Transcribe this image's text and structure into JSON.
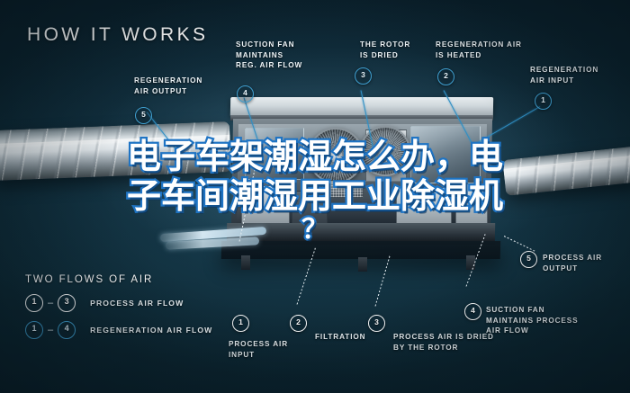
{
  "page": {
    "title": "HOW IT WORKS",
    "background_color": "#0d2733",
    "accent_color": "#3f9fd0",
    "overlay_stroke_color": "#1f74c4"
  },
  "callouts": [
    {
      "id": "regeneration-air-output",
      "number": "5",
      "marker_style": "blue",
      "label": "REGENERATION\nAIR OUTPUT"
    },
    {
      "id": "suction-fan-reg",
      "number": "4",
      "marker_style": "blue",
      "label": "SUCTION FAN\nMAINTAINS\nREG. AIR FLOW"
    },
    {
      "id": "rotor-is-dried",
      "number": "3",
      "marker_style": "blue",
      "label": "THE ROTOR\nIS DRIED"
    },
    {
      "id": "regeneration-air-heated",
      "number": "2",
      "marker_style": "blue",
      "label": "REGENERATION AIR\nIS HEATED"
    },
    {
      "id": "regeneration-air-input",
      "number": "1",
      "marker_style": "blue",
      "label": "REGENERATION\nAIR INPUT"
    },
    {
      "id": "process-air-output",
      "number": "5",
      "marker_style": "white",
      "label": "PROCESS AIR\nOUTPUT"
    },
    {
      "id": "suction-fan-process",
      "number": "4",
      "marker_style": "white",
      "label": "SUCTION FAN\nMAINTAINS PROCESS\nAIR FLOW"
    },
    {
      "id": "process-air-dried",
      "number": "3",
      "marker_style": "white",
      "label": "PROCESS AIR IS DRIED\nBY THE ROTOR"
    },
    {
      "id": "filtration",
      "number": "2",
      "marker_style": "white",
      "label": "FILTRATION"
    },
    {
      "id": "process-air-input",
      "number": "1",
      "marker_style": "white",
      "label": "PROCESS AIR\nINPUT"
    }
  ],
  "legend": {
    "heading": "TWO FLOWS OF AIR",
    "rows": [
      {
        "from": "1",
        "dash": "–",
        "to": "3",
        "style": "white",
        "label": "PROCESS AIR FLOW"
      },
      {
        "from": "1",
        "dash": "–",
        "to": "4",
        "style": "blue",
        "label": "REGENERATION AIR FLOW"
      }
    ]
  },
  "overlay": {
    "line1": "电子车架潮湿怎么办，电",
    "line2": "子车间潮湿用工业除湿机",
    "line3": "？"
  }
}
